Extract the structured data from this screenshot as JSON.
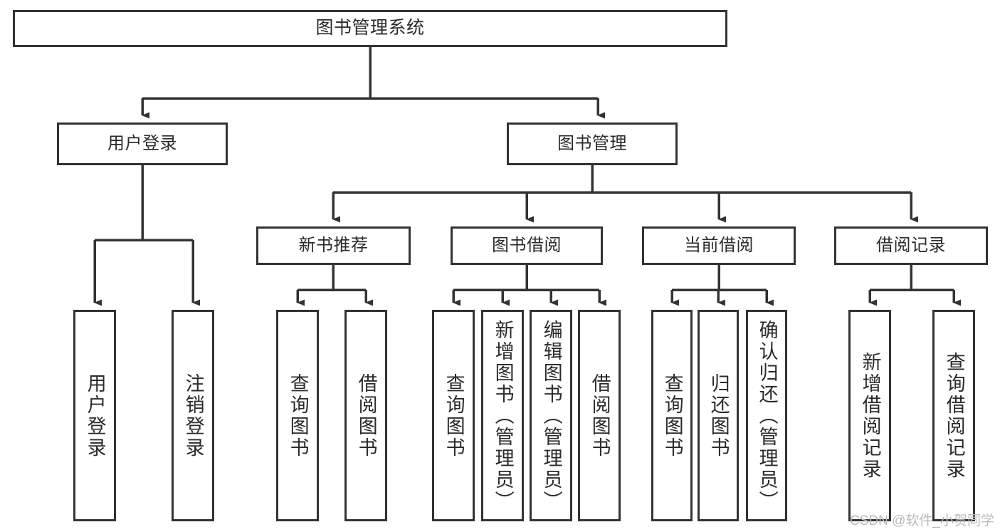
{
  "diagram": {
    "title": "图书管理系统",
    "type": "tree-hierarchy-chart",
    "watermark": "CSDN @软件_小贺同学",
    "colors": {
      "background": "#ffffff",
      "box_border": "#333333",
      "box_fill": "#ffffff",
      "text": "#2b2b2b",
      "connector": "#333333",
      "watermark": "#b9b9b9"
    },
    "root": {
      "label": "图书管理系统"
    },
    "level2": [
      {
        "label": "用户登录"
      },
      {
        "label": "图书管理"
      }
    ],
    "level3": [
      {
        "label": "新书推荐"
      },
      {
        "label": "图书借阅"
      },
      {
        "label": "当前借阅"
      },
      {
        "label": "借阅记录"
      }
    ],
    "leaves": {
      "user_login": [
        {
          "label": "用户登录"
        },
        {
          "label": "注销登录"
        }
      ],
      "new_book_recommend": [
        {
          "label": "查询图书"
        },
        {
          "label": "借阅图书"
        }
      ],
      "book_borrow": [
        {
          "label": "查询图书"
        },
        {
          "label": "新增图书（管理员）"
        },
        {
          "label": "编辑图书（管理员）"
        },
        {
          "label": "借阅图书"
        }
      ],
      "current_borrow": [
        {
          "label": "查询图书"
        },
        {
          "label": "归还图书"
        },
        {
          "label": "确认归还（管理员）"
        }
      ],
      "borrow_record": [
        {
          "label": "新增借阅记录"
        },
        {
          "label": "查询借阅记录"
        }
      ]
    }
  }
}
